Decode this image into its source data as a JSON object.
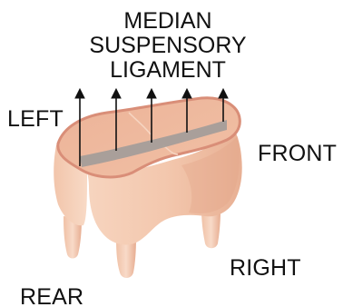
{
  "diagram": {
    "title_lines": [
      "MEDIAN",
      "SUSPENSORY",
      "LIGAMENT"
    ],
    "labels": {
      "left": "LEFT",
      "front": "FRONT",
      "right": "RIGHT",
      "rear": "REAR"
    },
    "colors": {
      "tissue_light": "#f6d2bb",
      "tissue_mid": "#eebda1",
      "tissue_dark": "#d9957a",
      "rim": "#d98e78",
      "ligament_band": "#a39c99",
      "arrow": "#111111",
      "text": "#111111"
    }
  }
}
